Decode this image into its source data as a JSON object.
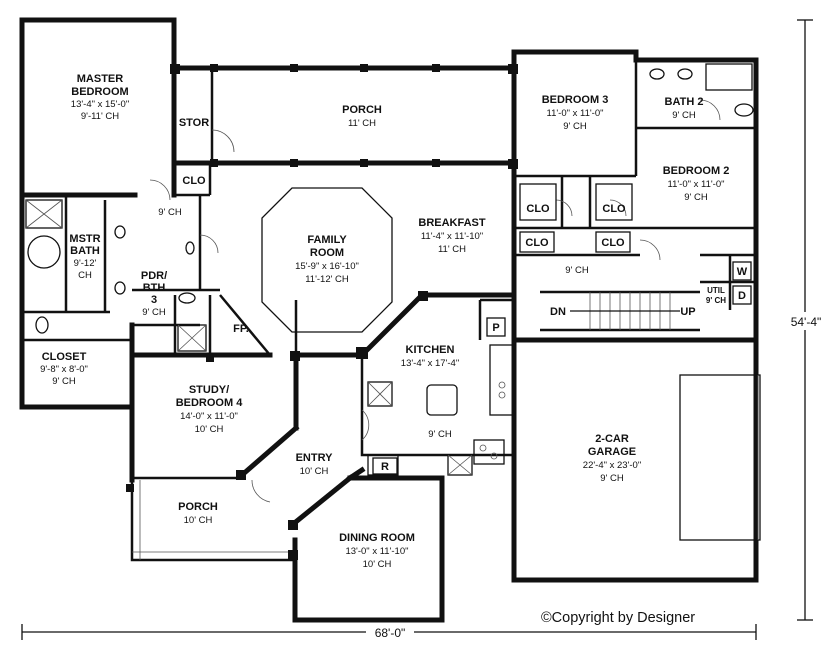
{
  "rooms": {
    "master": {
      "name1": "MASTER",
      "name2": "BEDROOM",
      "size": "13'-4\" x 15'-0\"",
      "ch": "9'-11' CH"
    },
    "porch_top": {
      "name": "PORCH",
      "ch": "11' CH"
    },
    "stor": {
      "name": "STOR"
    },
    "clo_1": {
      "name": "CLO"
    },
    "hall_ch": {
      "ch": "9' CH"
    },
    "mstr_bath": {
      "name1": "MSTR",
      "name2": "BATH",
      "size": "9'-12'",
      "ch": "CH"
    },
    "pdr_bth": {
      "name1": "PDR/",
      "name2": "BTH",
      "name3": "3",
      "ch": "9' CH"
    },
    "fp": {
      "name": "FP."
    },
    "closet": {
      "name": "CLOSET",
      "size": "9'-8\" x 8'-0\"",
      "ch": "9' CH"
    },
    "family": {
      "name1": "FAMILY",
      "name2": "ROOM",
      "size": "15'-9\" x 16'-10\"",
      "ch": "11'-12' CH"
    },
    "breakfast": {
      "name": "BREAKFAST",
      "size": "11'-4\" x 11'-10\"",
      "ch": "11' CH"
    },
    "bedroom3": {
      "name": "BEDROOM 3",
      "size": "11'-0\" x 11'-0\"",
      "ch": "9' CH"
    },
    "bath2": {
      "name": "BATH 2",
      "ch": "9' CH"
    },
    "bedroom2": {
      "name": "BEDROOM 2",
      "size": "11'-0\" x 11'-0\"",
      "ch": "9' CH"
    },
    "clo_b3": {
      "name": "CLO"
    },
    "clo_b2": {
      "name": "CLO"
    },
    "clo_b3b": {
      "name": "CLO"
    },
    "clo_b2b": {
      "name": "CLO"
    },
    "hall2_ch": {
      "ch": "9' CH"
    },
    "w": {
      "name": "W"
    },
    "d": {
      "name": "D"
    },
    "util": {
      "name": "UTIL",
      "ch": "9' CH"
    },
    "dn": {
      "name": "DN"
    },
    "up": {
      "name": "UP"
    },
    "p": {
      "name": "P"
    },
    "kitchen": {
      "name": "KITCHEN",
      "size": "13'-4\" x 17'-4\"",
      "ch": "9' CH"
    },
    "r": {
      "name": "R"
    },
    "study": {
      "name1": "STUDY/",
      "name2": "BEDROOM 4",
      "size": "14'-0\" x 11'-0\"",
      "ch": "10' CH"
    },
    "entry": {
      "name": "ENTRY",
      "ch": "10' CH"
    },
    "porch_front": {
      "name": "PORCH",
      "ch": "10' CH"
    },
    "dining": {
      "name": "DINING ROOM",
      "size": "13'-0\" x 11'-10\"",
      "ch": "10' CH"
    },
    "garage": {
      "name1": "2-CAR",
      "name2": "GARAGE",
      "size": "22'-4\" x 23'-0\"",
      "ch": "9' CH"
    }
  },
  "dimensions": {
    "width": "68'-0\"",
    "depth": "54'-4\""
  },
  "copyright": "©Copyright by Designer"
}
